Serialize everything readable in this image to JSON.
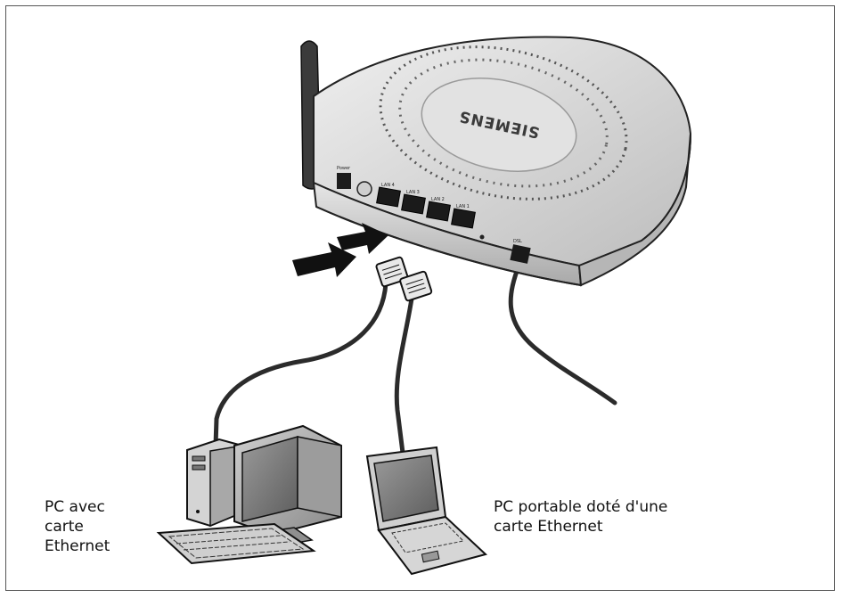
{
  "router": {
    "brand": "SIEMENS",
    "port_labels": [
      "Power",
      "LAN 4",
      "LAN 3",
      "LAN 2",
      "LAN 1",
      "DSL"
    ]
  },
  "labels": {
    "desktop": "PC avec\ncarte\nEthernet",
    "laptop": "PC portable doté d'une\ncarte Ethernet"
  },
  "colors": {
    "border": "#555555",
    "router_body": "#d9d9d9",
    "cable": "#2b2b2b",
    "arrow": "#111111"
  }
}
